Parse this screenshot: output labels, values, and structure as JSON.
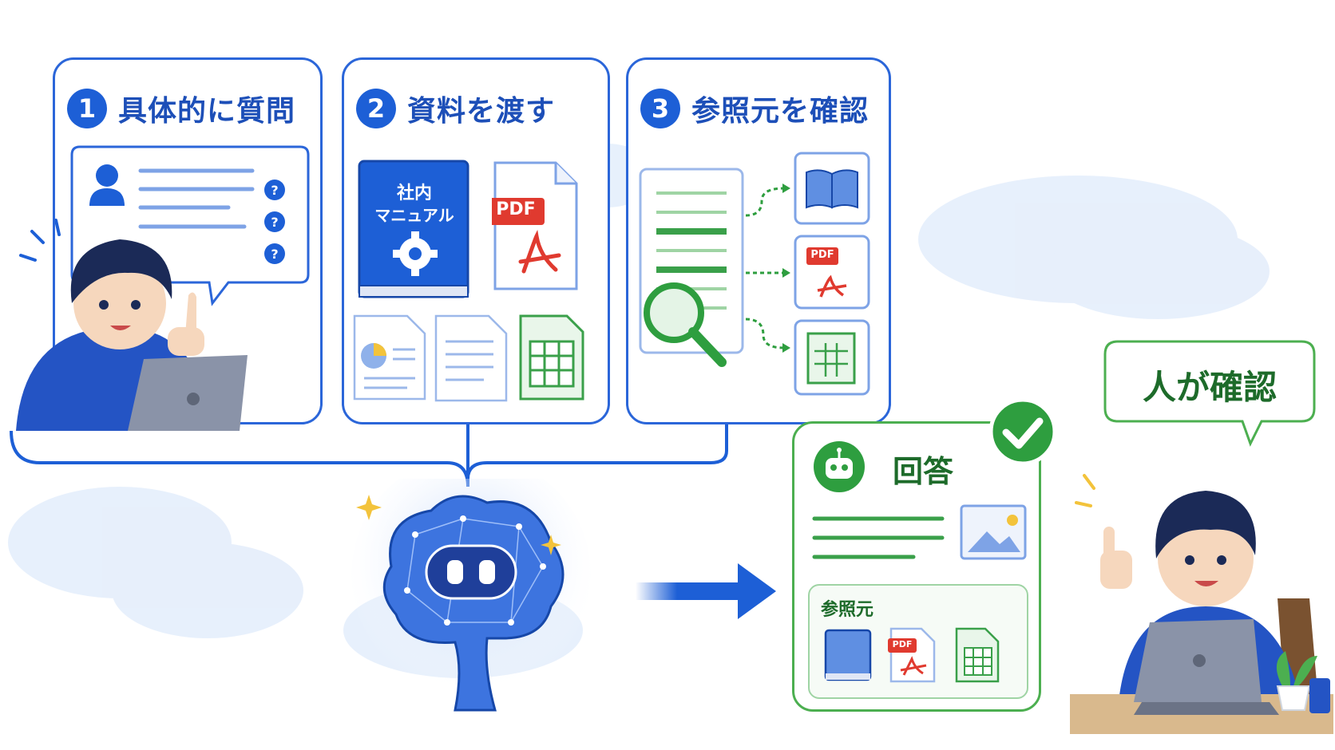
{
  "steps": [
    {
      "num": "1",
      "label": "具体的に質問"
    },
    {
      "num": "2",
      "label": "資料を渡す"
    },
    {
      "num": "3",
      "label": "参照元を確認"
    }
  ],
  "manual_label_1": "社内",
  "manual_label_2": "マニュアル",
  "pdf_label": "PDF",
  "answer": {
    "title": "回答",
    "sources_label": "参照元"
  },
  "human_check": "人が確認",
  "colors": {
    "blue": "#1d5fd6",
    "green": "#2e9e3f",
    "light_blue": "#dbe8fb"
  }
}
